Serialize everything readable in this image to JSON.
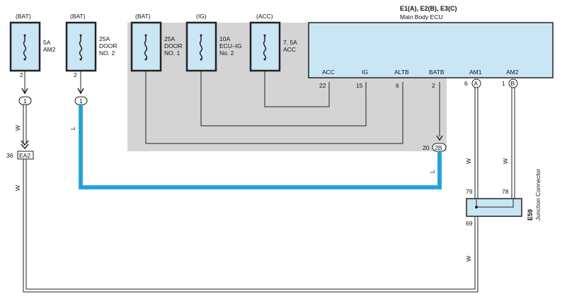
{
  "sources": {
    "bat1": "(BAT)",
    "bat2": "(BAT)",
    "bat3": "(BAT)",
    "ig": "(IG)",
    "acc": "(ACC)"
  },
  "fuses": [
    {
      "rating": "5A",
      "line2": "AM2",
      "line3": ""
    },
    {
      "rating": "25A",
      "line2": "DOOR",
      "line3": "NO. 2"
    },
    {
      "rating": "25A",
      "line2": "DOOR",
      "line3": "NO. 1"
    },
    {
      "rating": "10A",
      "line2": "ECU–IG",
      "line3": "No. 2"
    },
    {
      "rating": "7. 5A",
      "line2": "ACC",
      "line3": ""
    }
  ],
  "fuse_pins": {
    "f1": "2",
    "f2": "2"
  },
  "connectors": {
    "c1": "1",
    "c2": "1",
    "ea2": "EA2",
    "ea2_pin": "36",
    "e2b": "2B",
    "e2b_pin": "20"
  },
  "ecu": {
    "title": "E1(A), E2(B), E3(C)",
    "subtitle": "Main Body ECU",
    "terminals": [
      "ACC",
      "IG",
      "ALTB",
      "BATB",
      "AM1",
      "AM2"
    ],
    "pins": [
      "22",
      "15",
      "6",
      "2",
      "6",
      "1"
    ],
    "conn_letters": [
      "A",
      "B"
    ]
  },
  "wire_colors": {
    "w1": "W",
    "w2": "W",
    "l1": "L",
    "l2": "L",
    "w3": "W",
    "w4": "W",
    "w5": "W"
  },
  "junction": {
    "id": "E59",
    "name": "Junction Connector",
    "pin79": "79",
    "pin78": "78",
    "pin69": "69"
  },
  "colors": {
    "highlight_wire": "#29a8e0",
    "panel": "#d4d4d4",
    "box_fill": "#c9e6f5"
  }
}
